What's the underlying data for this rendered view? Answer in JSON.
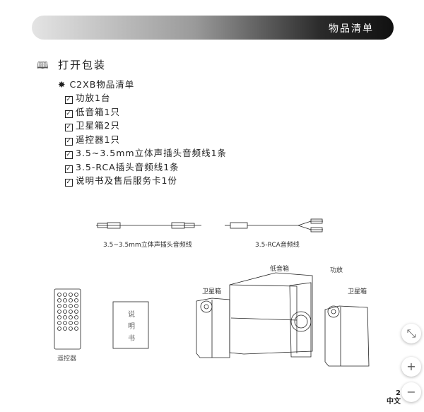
{
  "header": {
    "title": "物品清单"
  },
  "section": {
    "icon": "book-icon",
    "title": "打开包装"
  },
  "list": {
    "title": "C2XB物品清单",
    "items": [
      "功放1台",
      "低音箱1只",
      "卫星箱2只",
      "遥控器1只",
      "3.5~3.5mm立体声插头音频线1条",
      "3.5-RCA插头音频线1条",
      "说明书及售后服务卡1份"
    ]
  },
  "figures": {
    "cable1": "3.5~3.5mm立体声插头音频线",
    "cable2": "3.5-RCA音频线",
    "remote": "遥控器",
    "manual": [
      "说",
      "明",
      "书"
    ],
    "subwoofer": "低音箱",
    "amp": "功放",
    "sat_left": "卫星箱",
    "sat_right": "卫星箱"
  },
  "controls": {
    "fit": "⤡",
    "zoom_in": "+",
    "zoom_out": "−"
  },
  "page": {
    "number": "2",
    "lang": "中文"
  }
}
